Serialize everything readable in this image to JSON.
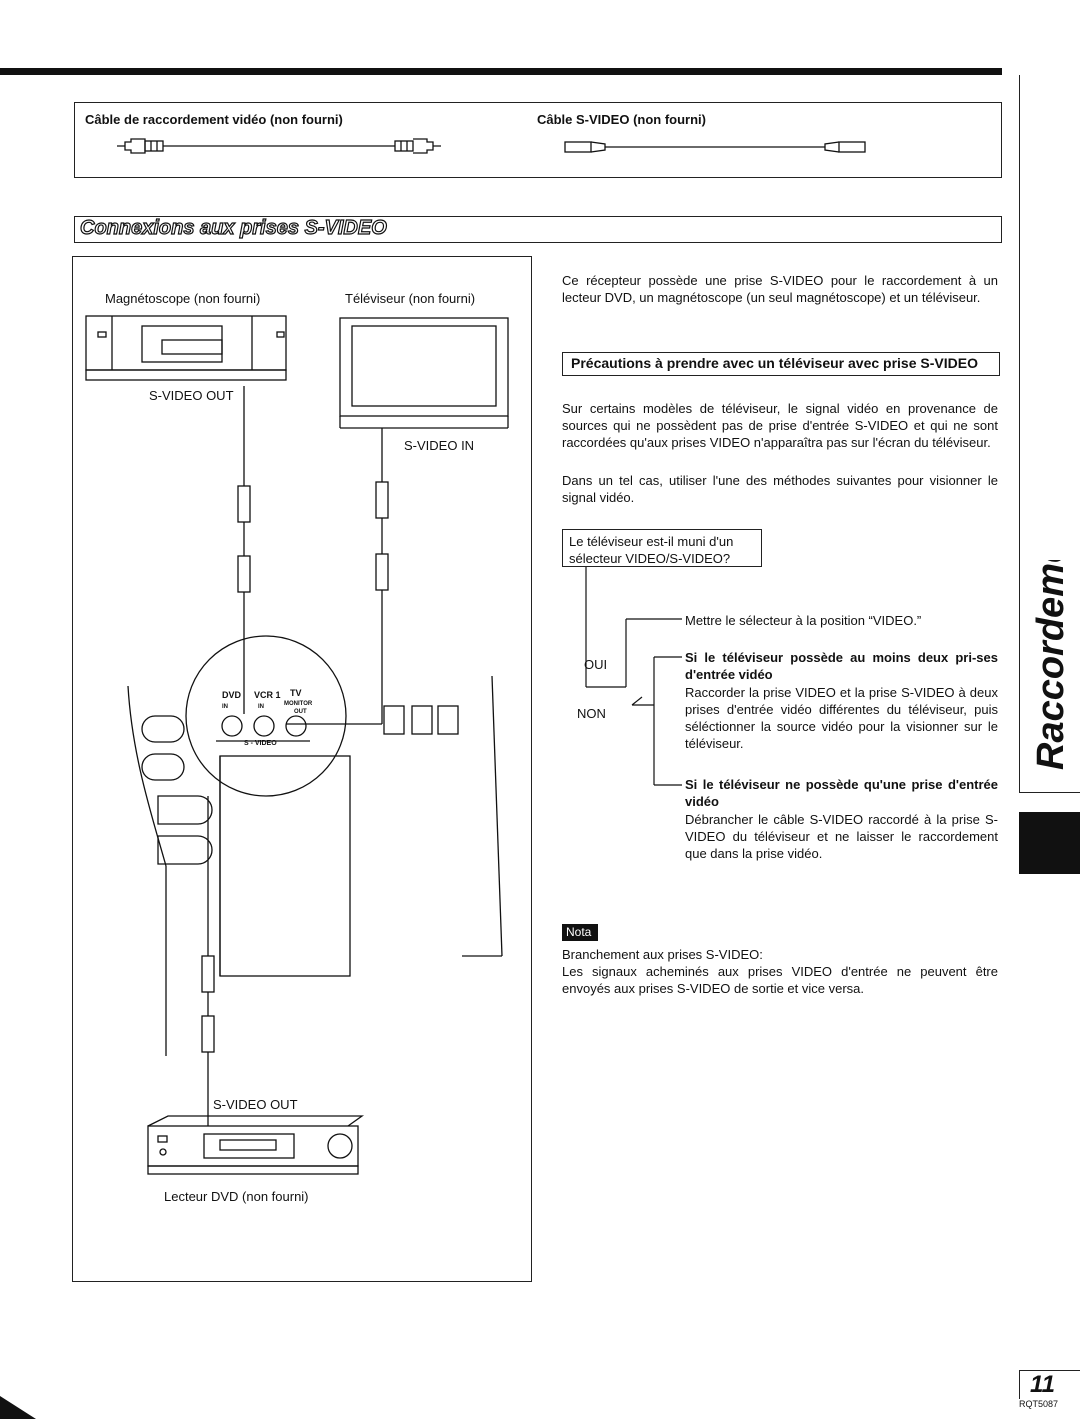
{
  "cables": {
    "video_cable_label": "Câble de raccordement vidéo (non fourni)",
    "svideo_cable_label": "Câble S-VIDEO (non fourni)"
  },
  "section": {
    "title": "Connexions aux prises S-VIDEO"
  },
  "diagram": {
    "vcr_label": "Magnétoscope (non fourni)",
    "tv_label": "Téléviseur (non fourni)",
    "vcr_svideo_out": "S-VIDEO OUT",
    "tv_svideo_in": "S-VIDEO IN",
    "dvd_svideo_out": "S-VIDEO OUT",
    "dvd_label": "Lecteur DVD (non fourni)",
    "jack_dvd": "DVD",
    "jack_dvd_in": "IN",
    "jack_vcr": "VCR 1",
    "jack_vcr_in": "IN",
    "jack_tv": "TV",
    "jack_monitor": "MONITOR",
    "jack_out": "OUT",
    "jack_svideo": "S - VIDEO"
  },
  "intro": {
    "paragraph": "Ce récepteur possède une prise S-VIDEO pour le raccordement à un lecteur DVD, un magnétoscope (un seul magnétoscope) et un téléviseur."
  },
  "precautions": {
    "title": "Précautions à prendre avec un téléviseur avec prise S-VIDEO",
    "paragraph1": "Sur certains modèles de téléviseur, le signal vidéo en provenance de sources qui ne possèdent pas de prise d'entrée S-VIDEO et qui ne sont raccordées qu'aux prises VIDEO n'apparaîtra pas sur l'écran du téléviseur.",
    "paragraph2": "Dans un tel cas, utiliser l'une des méthodes suivantes pour visionner le signal vidéo."
  },
  "flowchart": {
    "question": "Le téléviseur est-il muni d'un sélecteur VIDEO/S-VIDEO?",
    "yes": "OUI",
    "no": "NON",
    "yes_action": "Mettre le sélecteur à la position “VIDEO.”",
    "no_case1_title": "Si le téléviseur possède au moins deux pri-ses d'entrée vidéo",
    "no_case1_text": "Raccorder la prise VIDEO et la prise S-VIDEO à deux prises d'entrée vidéo différentes du téléviseur, puis séléctionner la source vidéo pour la visionner sur le téléviseur.",
    "no_case2_title": "Si le téléviseur ne possède qu'une prise d'entrée vidéo",
    "no_case2_text": "Débrancher le câble S-VIDEO raccordé à la prise S-VIDEO du téléviseur et ne laisser le raccordement que dans la prise vidéo."
  },
  "note": {
    "badge": "Nota",
    "heading": "Branchement aux prises S-VIDEO:",
    "text": "Les signaux acheminés aux prises VIDEO d'entrée ne peuvent être envoyés aux prises S-VIDEO de sortie et vice versa."
  },
  "side_tab": {
    "title": "Raccordements"
  },
  "footer": {
    "page_number": "11",
    "doc_code": "RQT5087"
  }
}
